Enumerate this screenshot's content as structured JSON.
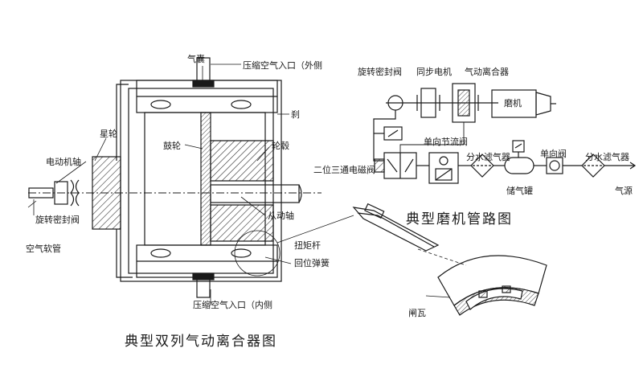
{
  "clutch": {
    "caption": "典型双列气动离合器图",
    "labels": {
      "airbag": "气囊",
      "air_inlet_outer": "压缩空气入口（外侧",
      "star_wheel": "星轮",
      "motor_shaft": "电动机轴",
      "drum_wheel": "鼓轮",
      "brake": "刹",
      "hub": "轮毂",
      "rotary_seal_valve": "旋转密封阀",
      "air_hose": "空气软管",
      "driven_shaft": "从动轴",
      "torque_bar": "扭矩杆",
      "return_spring": "回位弹簧",
      "air_inlet_inner": "压缩空气入口（内侧",
      "brake_shoe": "闸瓦"
    }
  },
  "pipeline": {
    "caption": "典型磨机管路图",
    "labels": {
      "rotary_seal_valve": "旋转密封阀",
      "sync_motor": "同步电机",
      "pneumatic_clutch": "气动离合器",
      "mill": "磨机",
      "one_way_throttle": "单向节流阀",
      "solenoid_valve": "二位三通电磁阀",
      "water_filter_1": "分水滤气器",
      "one_way_valve": "单向阀",
      "water_filter_2": "分水滤气器",
      "air_tank": "储气罐",
      "air_source": "气源"
    }
  }
}
